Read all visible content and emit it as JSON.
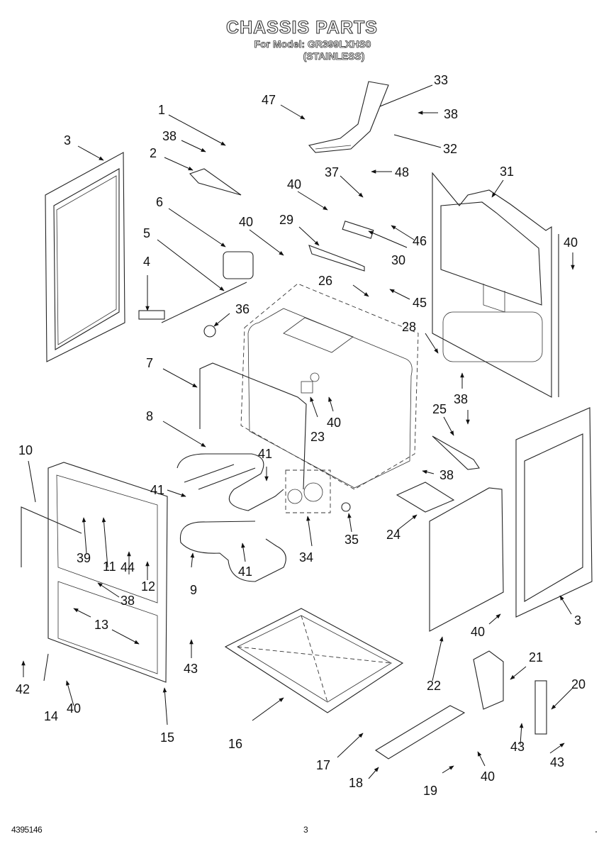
{
  "header": {
    "title": "CHASSIS PARTS",
    "model_line": "For Model: GR399LXHS0",
    "finish_line": "(STAINLESS)"
  },
  "footer": {
    "document_number": "4395146",
    "page_number": "3"
  },
  "callouts": [
    {
      "id": "c1",
      "label": "1"
    },
    {
      "id": "c2",
      "label": "2"
    },
    {
      "id": "c3a",
      "label": "3"
    },
    {
      "id": "c3b",
      "label": "3"
    },
    {
      "id": "c4",
      "label": "4"
    },
    {
      "id": "c5",
      "label": "5"
    },
    {
      "id": "c6",
      "label": "6"
    },
    {
      "id": "c7",
      "label": "7"
    },
    {
      "id": "c8",
      "label": "8"
    },
    {
      "id": "c9",
      "label": "9"
    },
    {
      "id": "c10",
      "label": "10"
    },
    {
      "id": "c11",
      "label": "11"
    },
    {
      "id": "c12",
      "label": "12"
    },
    {
      "id": "c13",
      "label": "13"
    },
    {
      "id": "c14",
      "label": "14"
    },
    {
      "id": "c15",
      "label": "15"
    },
    {
      "id": "c16",
      "label": "16"
    },
    {
      "id": "c17",
      "label": "17"
    },
    {
      "id": "c18",
      "label": "18"
    },
    {
      "id": "c19",
      "label": "19"
    },
    {
      "id": "c20",
      "label": "20"
    },
    {
      "id": "c21",
      "label": "21"
    },
    {
      "id": "c22",
      "label": "22"
    },
    {
      "id": "c23",
      "label": "23"
    },
    {
      "id": "c24",
      "label": "24"
    },
    {
      "id": "c25",
      "label": "25"
    },
    {
      "id": "c26",
      "label": "26"
    },
    {
      "id": "c28",
      "label": "28"
    },
    {
      "id": "c29",
      "label": "29"
    },
    {
      "id": "c30",
      "label": "30"
    },
    {
      "id": "c31",
      "label": "31"
    },
    {
      "id": "c32",
      "label": "32"
    },
    {
      "id": "c33",
      "label": "33"
    },
    {
      "id": "c34",
      "label": "34"
    },
    {
      "id": "c35",
      "label": "35"
    },
    {
      "id": "c36",
      "label": "36"
    },
    {
      "id": "c37",
      "label": "37"
    },
    {
      "id": "c38a",
      "label": "38"
    },
    {
      "id": "c38b",
      "label": "38"
    },
    {
      "id": "c38c",
      "label": "38"
    },
    {
      "id": "c38d",
      "label": "38"
    },
    {
      "id": "c38e",
      "label": "38"
    },
    {
      "id": "c38f",
      "label": "38"
    },
    {
      "id": "c39",
      "label": "39"
    },
    {
      "id": "c40a",
      "label": "40"
    },
    {
      "id": "c40b",
      "label": "40"
    },
    {
      "id": "c40c",
      "label": "40"
    },
    {
      "id": "c40d",
      "label": "40"
    },
    {
      "id": "c40e",
      "label": "40"
    },
    {
      "id": "c40f",
      "label": "40"
    },
    {
      "id": "c40g",
      "label": "40"
    },
    {
      "id": "c41a",
      "label": "41"
    },
    {
      "id": "c41b",
      "label": "41"
    },
    {
      "id": "c41c",
      "label": "41"
    },
    {
      "id": "c42",
      "label": "42"
    },
    {
      "id": "c43a",
      "label": "43"
    },
    {
      "id": "c43b",
      "label": "43"
    },
    {
      "id": "c43c",
      "label": "43"
    },
    {
      "id": "c44",
      "label": "44"
    },
    {
      "id": "c45",
      "label": "45"
    },
    {
      "id": "c46",
      "label": "46"
    },
    {
      "id": "c47",
      "label": "47"
    },
    {
      "id": "c48",
      "label": "48"
    }
  ]
}
